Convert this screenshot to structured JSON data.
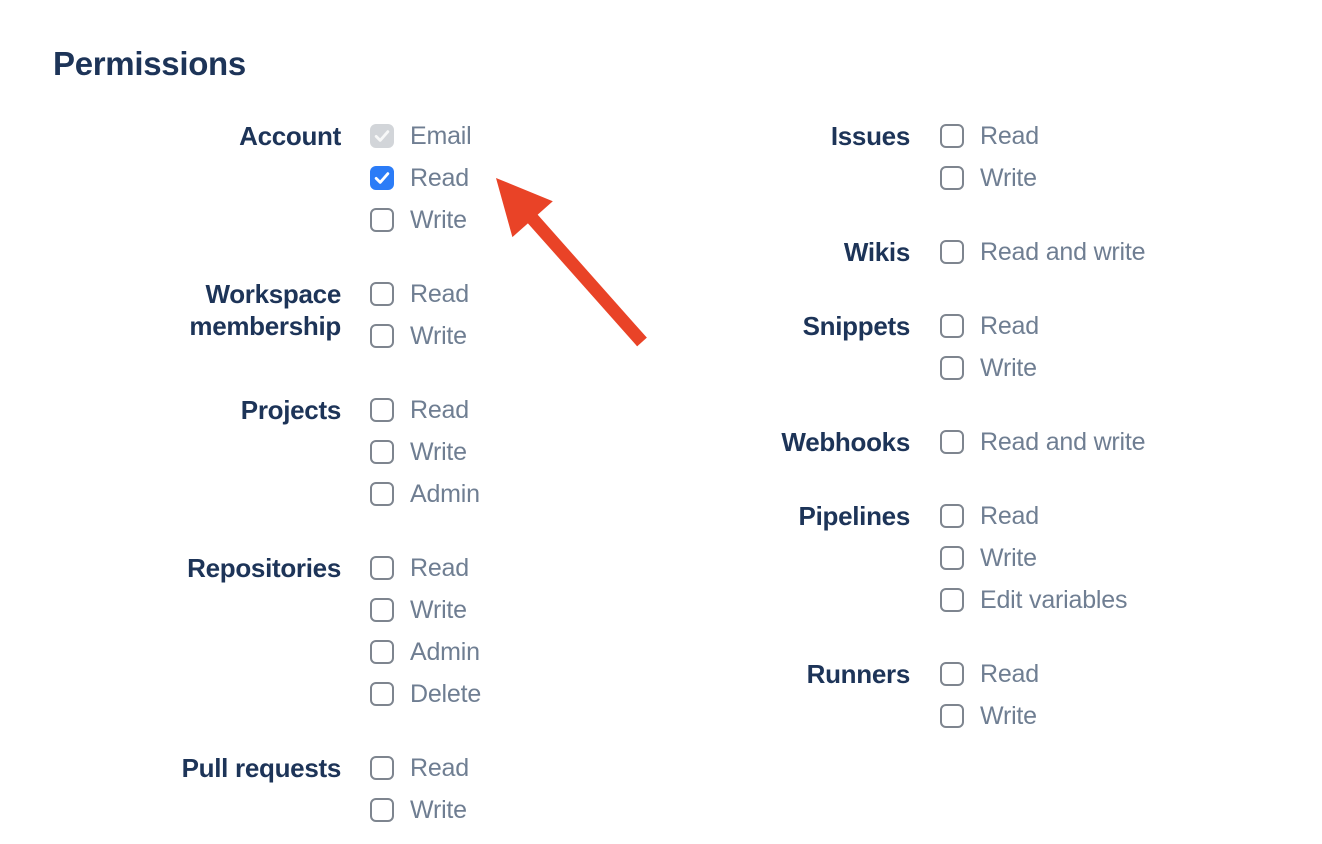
{
  "heading": "Permissions",
  "columns": [
    {
      "name": "left",
      "groups": [
        {
          "label": "Account",
          "options": [
            {
              "label": "Email",
              "state": "checked-disabled"
            },
            {
              "label": "Read",
              "state": "checked"
            },
            {
              "label": "Write",
              "state": "unchecked"
            }
          ]
        },
        {
          "label": "Workspace membership",
          "options": [
            {
              "label": "Read",
              "state": "unchecked"
            },
            {
              "label": "Write",
              "state": "unchecked"
            }
          ]
        },
        {
          "label": "Projects",
          "options": [
            {
              "label": "Read",
              "state": "unchecked"
            },
            {
              "label": "Write",
              "state": "unchecked"
            },
            {
              "label": "Admin",
              "state": "unchecked"
            }
          ]
        },
        {
          "label": "Repositories",
          "options": [
            {
              "label": "Read",
              "state": "unchecked"
            },
            {
              "label": "Write",
              "state": "unchecked"
            },
            {
              "label": "Admin",
              "state": "unchecked"
            },
            {
              "label": "Delete",
              "state": "unchecked"
            }
          ]
        },
        {
          "label": "Pull requests",
          "options": [
            {
              "label": "Read",
              "state": "unchecked"
            },
            {
              "label": "Write",
              "state": "unchecked"
            }
          ]
        }
      ]
    },
    {
      "name": "right",
      "groups": [
        {
          "label": "Issues",
          "options": [
            {
              "label": "Read",
              "state": "unchecked"
            },
            {
              "label": "Write",
              "state": "unchecked"
            }
          ]
        },
        {
          "label": "Wikis",
          "options": [
            {
              "label": "Read and write",
              "state": "unchecked"
            }
          ]
        },
        {
          "label": "Snippets",
          "options": [
            {
              "label": "Read",
              "state": "unchecked"
            },
            {
              "label": "Write",
              "state": "unchecked"
            }
          ]
        },
        {
          "label": "Webhooks",
          "options": [
            {
              "label": "Read and write",
              "state": "unchecked"
            }
          ]
        },
        {
          "label": "Pipelines",
          "options": [
            {
              "label": "Read",
              "state": "unchecked"
            },
            {
              "label": "Write",
              "state": "unchecked"
            },
            {
              "label": "Edit variables",
              "state": "unchecked"
            }
          ]
        },
        {
          "label": "Runners",
          "options": [
            {
              "label": "Read",
              "state": "unchecked"
            },
            {
              "label": "Write",
              "state": "unchecked"
            }
          ]
        }
      ]
    }
  ],
  "annotation": {
    "type": "arrow",
    "points_at": "Account Read checkbox",
    "arrow_color": "#e94327"
  },
  "colors": {
    "heading_text": "#1d3458",
    "group_label_text": "#1d3458",
    "option_label_text": "#6f7e92",
    "checkbox_checked_bg": "#2b7cf7",
    "checkbox_disabled_bg": "#d2d5d9",
    "checkbox_border": "#7e858f",
    "arrow": "#e94327"
  }
}
